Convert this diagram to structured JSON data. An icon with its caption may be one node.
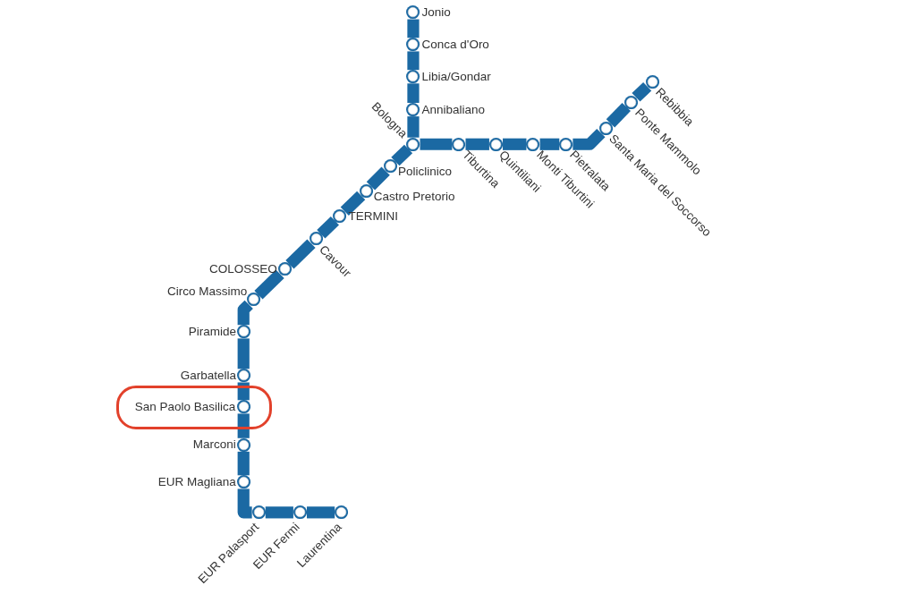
{
  "diagram": {
    "nodes": [
      {
        "text": [],
        "shape": "circle",
        "beside": [
          "Jonio"
        ]
      },
      {
        "text": [],
        "shape": "circle",
        "beside": [
          "Conca d'Oro"
        ]
      },
      {
        "text": [],
        "shape": "circle",
        "beside": [
          "Libia/Gondar"
        ]
      },
      {
        "text": [],
        "shape": "circle",
        "beside": [
          "Annibaliano"
        ]
      },
      {
        "text": [],
        "shape": "circle",
        "beside": [
          "Bologna"
        ]
      },
      {
        "text": [],
        "shape": "circle",
        "beside": [
          "Tiburtina"
        ]
      },
      {
        "text": [],
        "shape": "circle",
        "beside": [
          "Quintiliani"
        ]
      },
      {
        "text": [],
        "shape": "circle",
        "beside": [
          "Monti Tiburtini"
        ]
      },
      {
        "text": [],
        "shape": "circle",
        "beside": [
          "Pietralata"
        ]
      },
      {
        "text": [],
        "shape": "circle",
        "beside": [
          "Santa Maria del Soccorso"
        ]
      },
      {
        "text": [],
        "shape": "circle",
        "beside": [
          "Ponte Mammolo"
        ]
      },
      {
        "text": [],
        "shape": "circle",
        "beside": [
          "Rebibbia"
        ]
      },
      {
        "text": [],
        "shape": "circle",
        "beside": [
          "Policlinico"
        ]
      },
      {
        "text": [],
        "shape": "circle",
        "beside": [
          "Castro Pretorio"
        ]
      },
      {
        "text": [],
        "shape": "circle",
        "beside": [
          "TERMINI"
        ]
      },
      {
        "text": [],
        "shape": "circle",
        "beside": [
          "Cavour"
        ]
      },
      {
        "text": [],
        "shape": "circle",
        "beside": [
          "COLOSSEO"
        ]
      },
      {
        "text": [],
        "shape": "circle",
        "beside": [
          "Circo Massimo"
        ]
      },
      {
        "text": [],
        "shape": "circle",
        "beside": [
          "Piramide"
        ]
      },
      {
        "text": [],
        "shape": "circle",
        "beside": [
          "Garbatella"
        ]
      },
      {
        "text": [],
        "shape": "box"
      },
      {
        "text": [],
        "shape": "circle",
        "beside": [
          "San Paolo Basilica"
        ],
        "in": 20
      },
      {
        "text": [],
        "shape": "circle",
        "beside": [
          "Marconi"
        ]
      },
      {
        "text": [],
        "shape": "circle",
        "beside": [
          "EUR Magliana"
        ]
      },
      {
        "text": [],
        "shape": "circle",
        "beside": [
          "EUR Palasport"
        ]
      },
      {
        "text": [],
        "shape": "circle",
        "beside": [
          "EUR Fermi"
        ]
      },
      {
        "text": [],
        "shape": "circle",
        "beside": [
          "Laurentina"
        ]
      }
    ],
    "edges": [
      {
        "from": 0,
        "to": 1,
        "arrow": "none"
      },
      {
        "from": 1,
        "to": 2,
        "arrow": "none"
      },
      {
        "from": 2,
        "to": 3,
        "arrow": "none"
      },
      {
        "from": 3,
        "to": 4,
        "arrow": "none"
      },
      {
        "from": 4,
        "to": 5,
        "arrow": "none"
      },
      {
        "from": 5,
        "to": 6,
        "arrow": "none"
      },
      {
        "from": 6,
        "to": 7,
        "arrow": "none"
      },
      {
        "from": 7,
        "to": 8,
        "arrow": "none"
      },
      {
        "from": 8,
        "to": 9,
        "arrow": "none"
      },
      {
        "from": 9,
        "to": 10,
        "arrow": "none"
      },
      {
        "from": 10,
        "to": 11,
        "arrow": "none"
      },
      {
        "from": 4,
        "to": 12,
        "arrow": "none"
      },
      {
        "from": 12,
        "to": 13,
        "arrow": "none"
      },
      {
        "from": 13,
        "to": 14,
        "arrow": "none"
      },
      {
        "from": 14,
        "to": 15,
        "arrow": "none"
      },
      {
        "from": 15,
        "to": 16,
        "arrow": "none"
      },
      {
        "from": 16,
        "to": 17,
        "arrow": "none"
      },
      {
        "from": 17,
        "to": 18,
        "arrow": "none"
      },
      {
        "from": 18,
        "to": 19,
        "arrow": "none"
      },
      {
        "from": 19,
        "to": 21,
        "arrow": "none"
      },
      {
        "from": 21,
        "to": 22,
        "arrow": "none"
      },
      {
        "from": 22,
        "to": 23,
        "arrow": "none"
      },
      {
        "from": 23,
        "to": 24,
        "arrow": "none"
      },
      {
        "from": 24,
        "to": 25,
        "arrow": "none"
      },
      {
        "from": 25,
        "to": 26,
        "arrow": "none"
      }
    ]
  }
}
